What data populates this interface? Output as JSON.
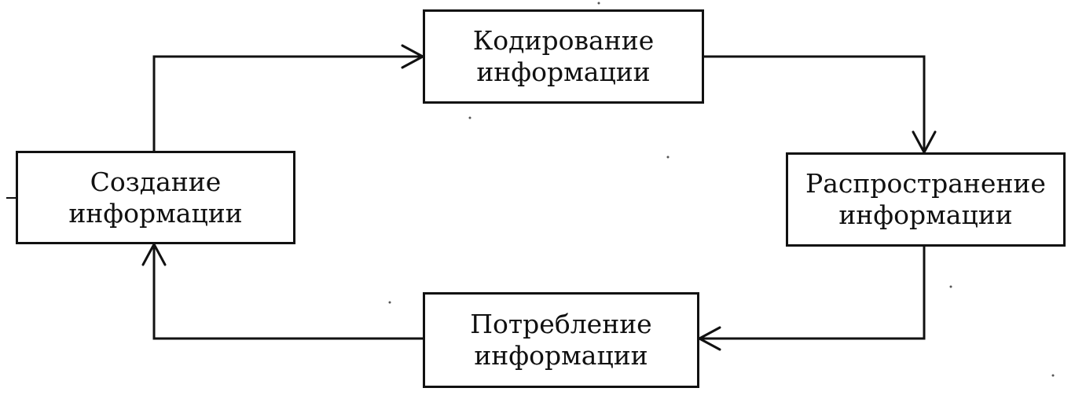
{
  "diagram": {
    "nodes": {
      "encoding": {
        "line1": "Кодирование",
        "line2": "информации"
      },
      "creation": {
        "line1": "Создание",
        "line2": "информации"
      },
      "distribution": {
        "line1": "Распространение",
        "line2": "информации"
      },
      "consumption": {
        "line1": "Потребление",
        "line2": "информации"
      }
    },
    "edges": [
      {
        "from": "creation",
        "to": "encoding"
      },
      {
        "from": "encoding",
        "to": "distribution"
      },
      {
        "from": "distribution",
        "to": "consumption"
      },
      {
        "from": "consumption",
        "to": "creation"
      }
    ],
    "colors": {
      "stroke": "#111111",
      "background": "#ffffff"
    }
  }
}
